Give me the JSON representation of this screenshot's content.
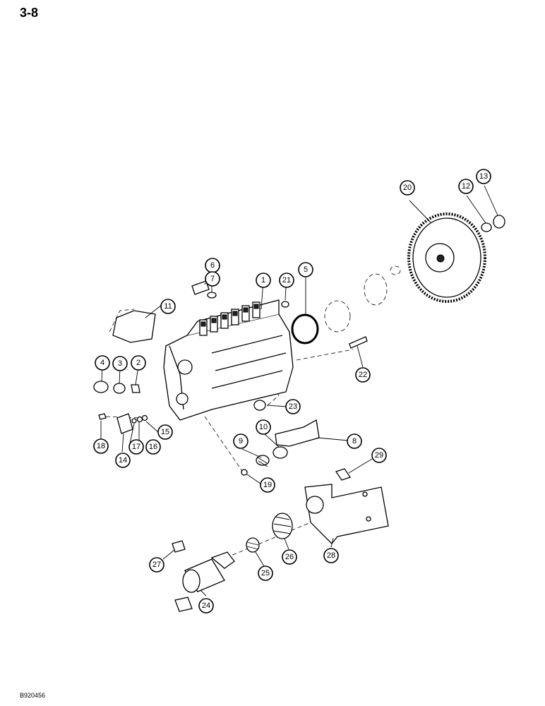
{
  "page_number": "3-8",
  "figure_id": "B920456",
  "callouts": [
    "1",
    "2",
    "3",
    "4",
    "5",
    "6",
    "7",
    "8",
    "9",
    "10",
    "11",
    "12",
    "13",
    "14",
    "15",
    "16",
    "17",
    "18",
    "19",
    "20",
    "21",
    "22",
    "23",
    "24",
    "25",
    "26",
    "27",
    "28",
    "29"
  ]
}
